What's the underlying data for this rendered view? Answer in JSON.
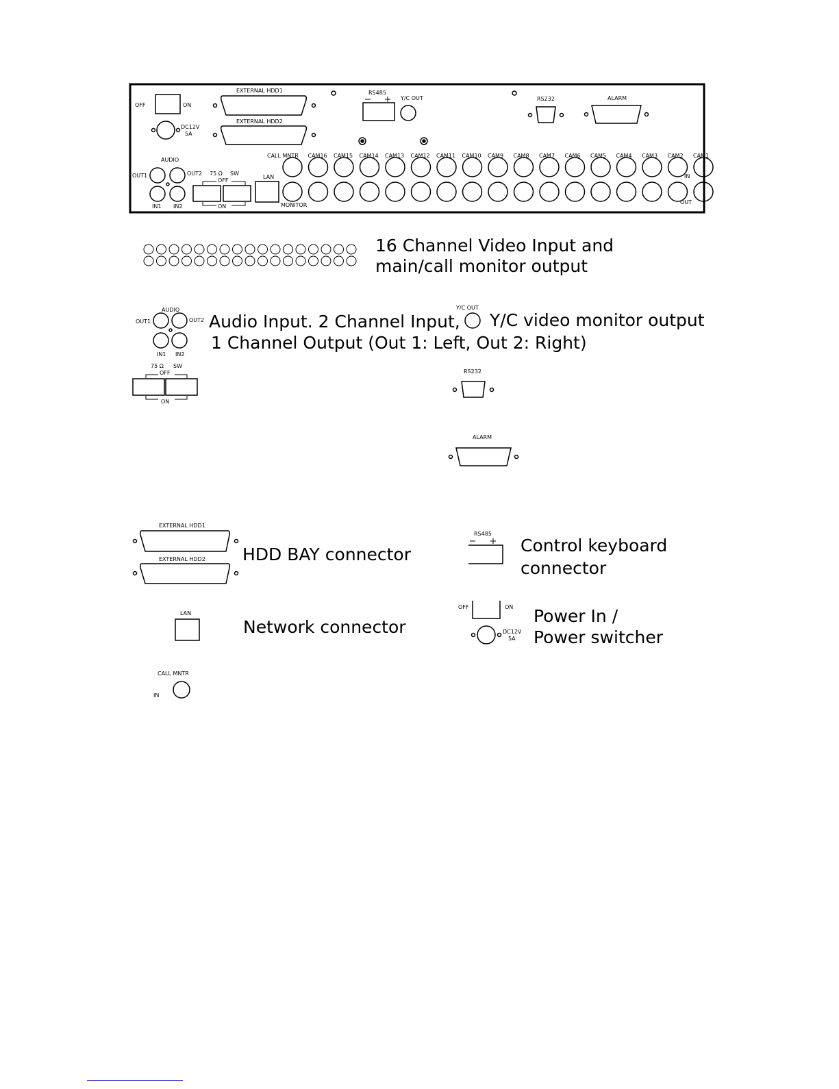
{
  "panel": {
    "power_off": "OFF",
    "power_on": "ON",
    "dc_line1": "DC12V",
    "dc_line2": "5A",
    "external_hdd1": "EXTERNAL  HDD1",
    "external_hdd2": "EXTERNAL  HDD2",
    "rs485": "RS485",
    "yc_out": "Y/C OUT",
    "rs232": "RS232",
    "alarm": "ALARM",
    "audio": "AUDIO",
    "out1": "OUT1",
    "out2": "OUT2",
    "in1": "IN1",
    "in2": "IN2",
    "ohm_75": "75 Ω",
    "sw": "SW",
    "dip_off": "OFF",
    "dip_on": "ON",
    "lan": "LAN",
    "call_mntr": "CALL MNTR",
    "monitor": "MONITOR",
    "in": "IN",
    "out": "OUT",
    "cams": [
      "CAM16",
      "CAM15",
      "CAM14",
      "CAM13",
      "CAM12",
      "CAM11",
      "CAM10",
      "CAM9",
      "CAM8",
      "CAM7",
      "CAM6",
      "CAM5",
      "CAM4",
      "CAM3",
      "CAM2",
      "CAM1"
    ]
  },
  "legend": {
    "video_line1": "16 Channel Video Input and",
    "video_line2": "main/call monitor output",
    "audio_line1": "Audio Input. 2 Channel Input,",
    "audio_line2": "1 Channel Output (Out 1: Left, Out 2: Right)",
    "yc_desc": "Y/C video monitor output",
    "hdd_desc": "HDD BAY connector",
    "keyboard_line1": "Control keyboard",
    "keyboard_line2": "connector",
    "network_desc": "Network connector",
    "power_line1": "Power In /",
    "power_line2": "Power switcher",
    "in_small": "IN"
  }
}
